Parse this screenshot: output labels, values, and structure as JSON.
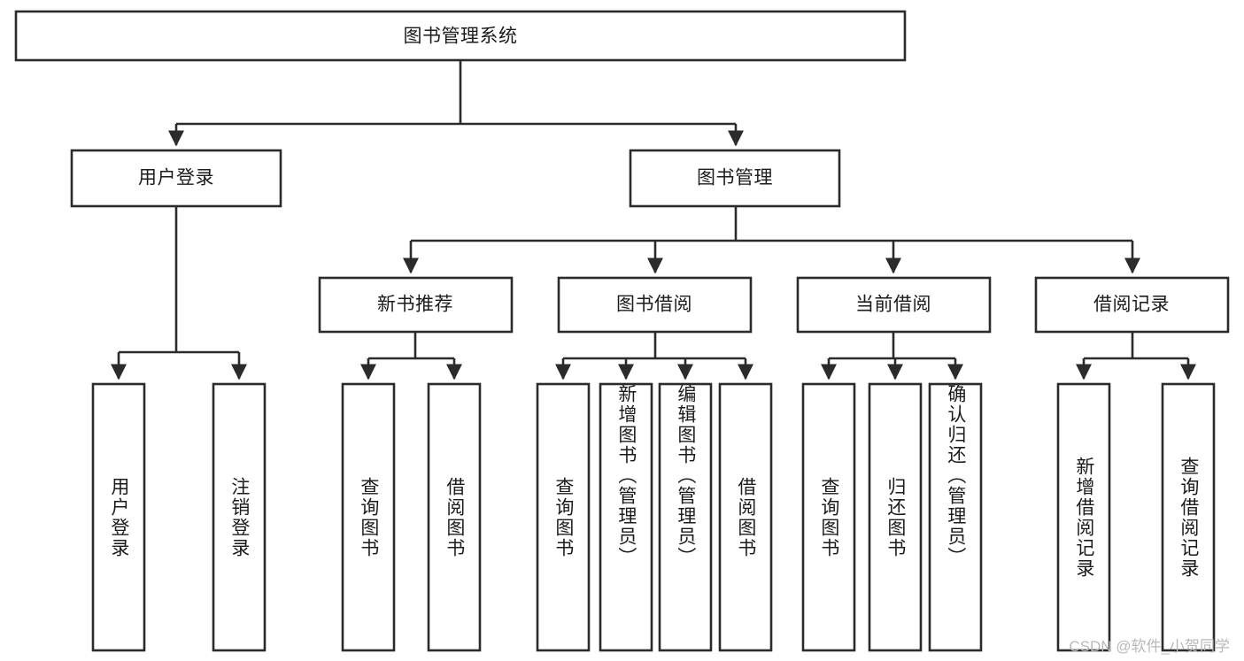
{
  "diagram": {
    "type": "tree",
    "title": "图书管理系统",
    "orientation": "top-down",
    "colors": {
      "box_stroke": "#2b2b2b",
      "box_fill": "#ffffff",
      "connector": "#2b2b2b",
      "text": "#1b1b1b",
      "watermark": "#b9b9b9",
      "background": "#ffffff"
    },
    "levels": {
      "root": {
        "label": "图书管理系统"
      },
      "level2": [
        {
          "id": "user-login",
          "label": "用户登录"
        },
        {
          "id": "book-manage",
          "label": "图书管理"
        }
      ],
      "level3": [
        {
          "id": "new-book-recommend",
          "label": "新书推荐",
          "parent": "book-manage"
        },
        {
          "id": "book-borrow",
          "label": "图书借阅",
          "parent": "book-manage"
        },
        {
          "id": "current-borrow",
          "label": "当前借阅",
          "parent": "book-manage"
        },
        {
          "id": "borrow-record",
          "label": "借阅记录",
          "parent": "book-manage"
        }
      ],
      "leaves": {
        "user-login": [
          {
            "id": "leaf-user-login",
            "label": "用户登录"
          },
          {
            "id": "leaf-logout-login",
            "label": "注销登录"
          }
        ],
        "new-book-recommend": [
          {
            "id": "leaf-query-book-1",
            "label": "查询图书"
          },
          {
            "id": "leaf-borrow-book-1",
            "label": "借阅图书"
          }
        ],
        "book-borrow": [
          {
            "id": "leaf-query-book-2",
            "label": "查询图书"
          },
          {
            "id": "leaf-add-book",
            "label": "新增图书（管理员）"
          },
          {
            "id": "leaf-edit-book",
            "label": "编辑图书（管理员）"
          },
          {
            "id": "leaf-borrow-book-2",
            "label": "借阅图书"
          }
        ],
        "current-borrow": [
          {
            "id": "leaf-query-book-3",
            "label": "查询图书"
          },
          {
            "id": "leaf-return-book",
            "label": "归还图书"
          },
          {
            "id": "leaf-confirm-return",
            "label": "确认归还（管理员）"
          }
        ],
        "borrow-record": [
          {
            "id": "leaf-add-record",
            "label": "新增借阅记录"
          },
          {
            "id": "leaf-query-record",
            "label": "查询借阅记录"
          }
        ]
      }
    }
  },
  "watermark": {
    "text": "CSDN @软件_小贺同学"
  }
}
